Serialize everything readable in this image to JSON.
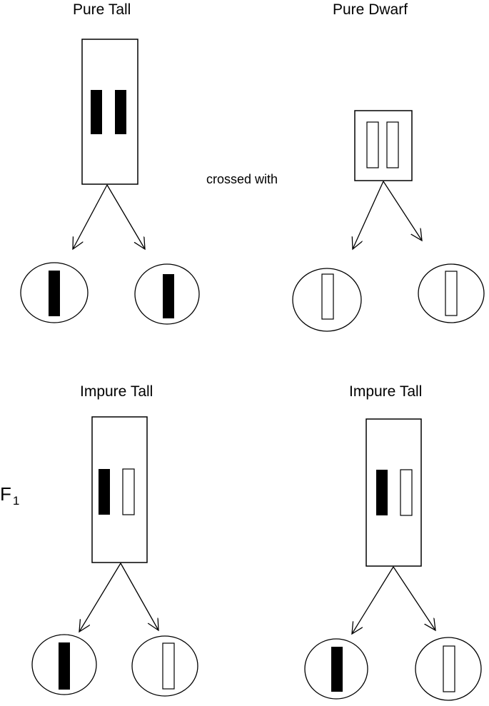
{
  "labels": {
    "pure_tall": "Pure Tall",
    "pure_dwarf": "Pure Dwarf",
    "crossed_with": "crossed with",
    "impure_tall_left": "Impure Tall",
    "impure_tall_right": "Impure Tall",
    "generation_letter": "F",
    "generation_number": "1"
  },
  "colors": {
    "stroke": "#000000",
    "dominant_factor": "#000000",
    "recessive_factor": "#ffffff"
  }
}
